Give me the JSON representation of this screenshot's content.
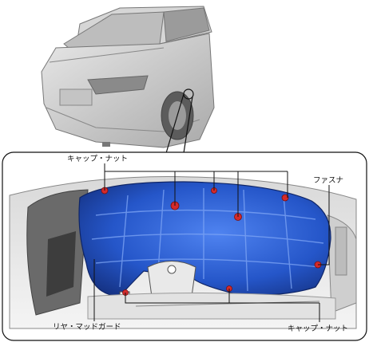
{
  "labels": {
    "cap_nut_top": "キャップ・ナット",
    "fastener": "ファスナ",
    "rear_mudguard": "リヤ・マッドガード",
    "cap_nut_bottom": "キャップ・ナット"
  },
  "colors": {
    "mudguard_blue": "#2f63d8",
    "mudguard_blue_dark": "#16338e",
    "mudguard_highlight": "#7fa6f5",
    "fastener_red": "#d42a2a",
    "car_body": "#cfcfcf",
    "line": "#111111"
  },
  "icons": {
    "vehicle": "car-rear-quarter-icon",
    "fastener": "fastener-marker-icon"
  }
}
